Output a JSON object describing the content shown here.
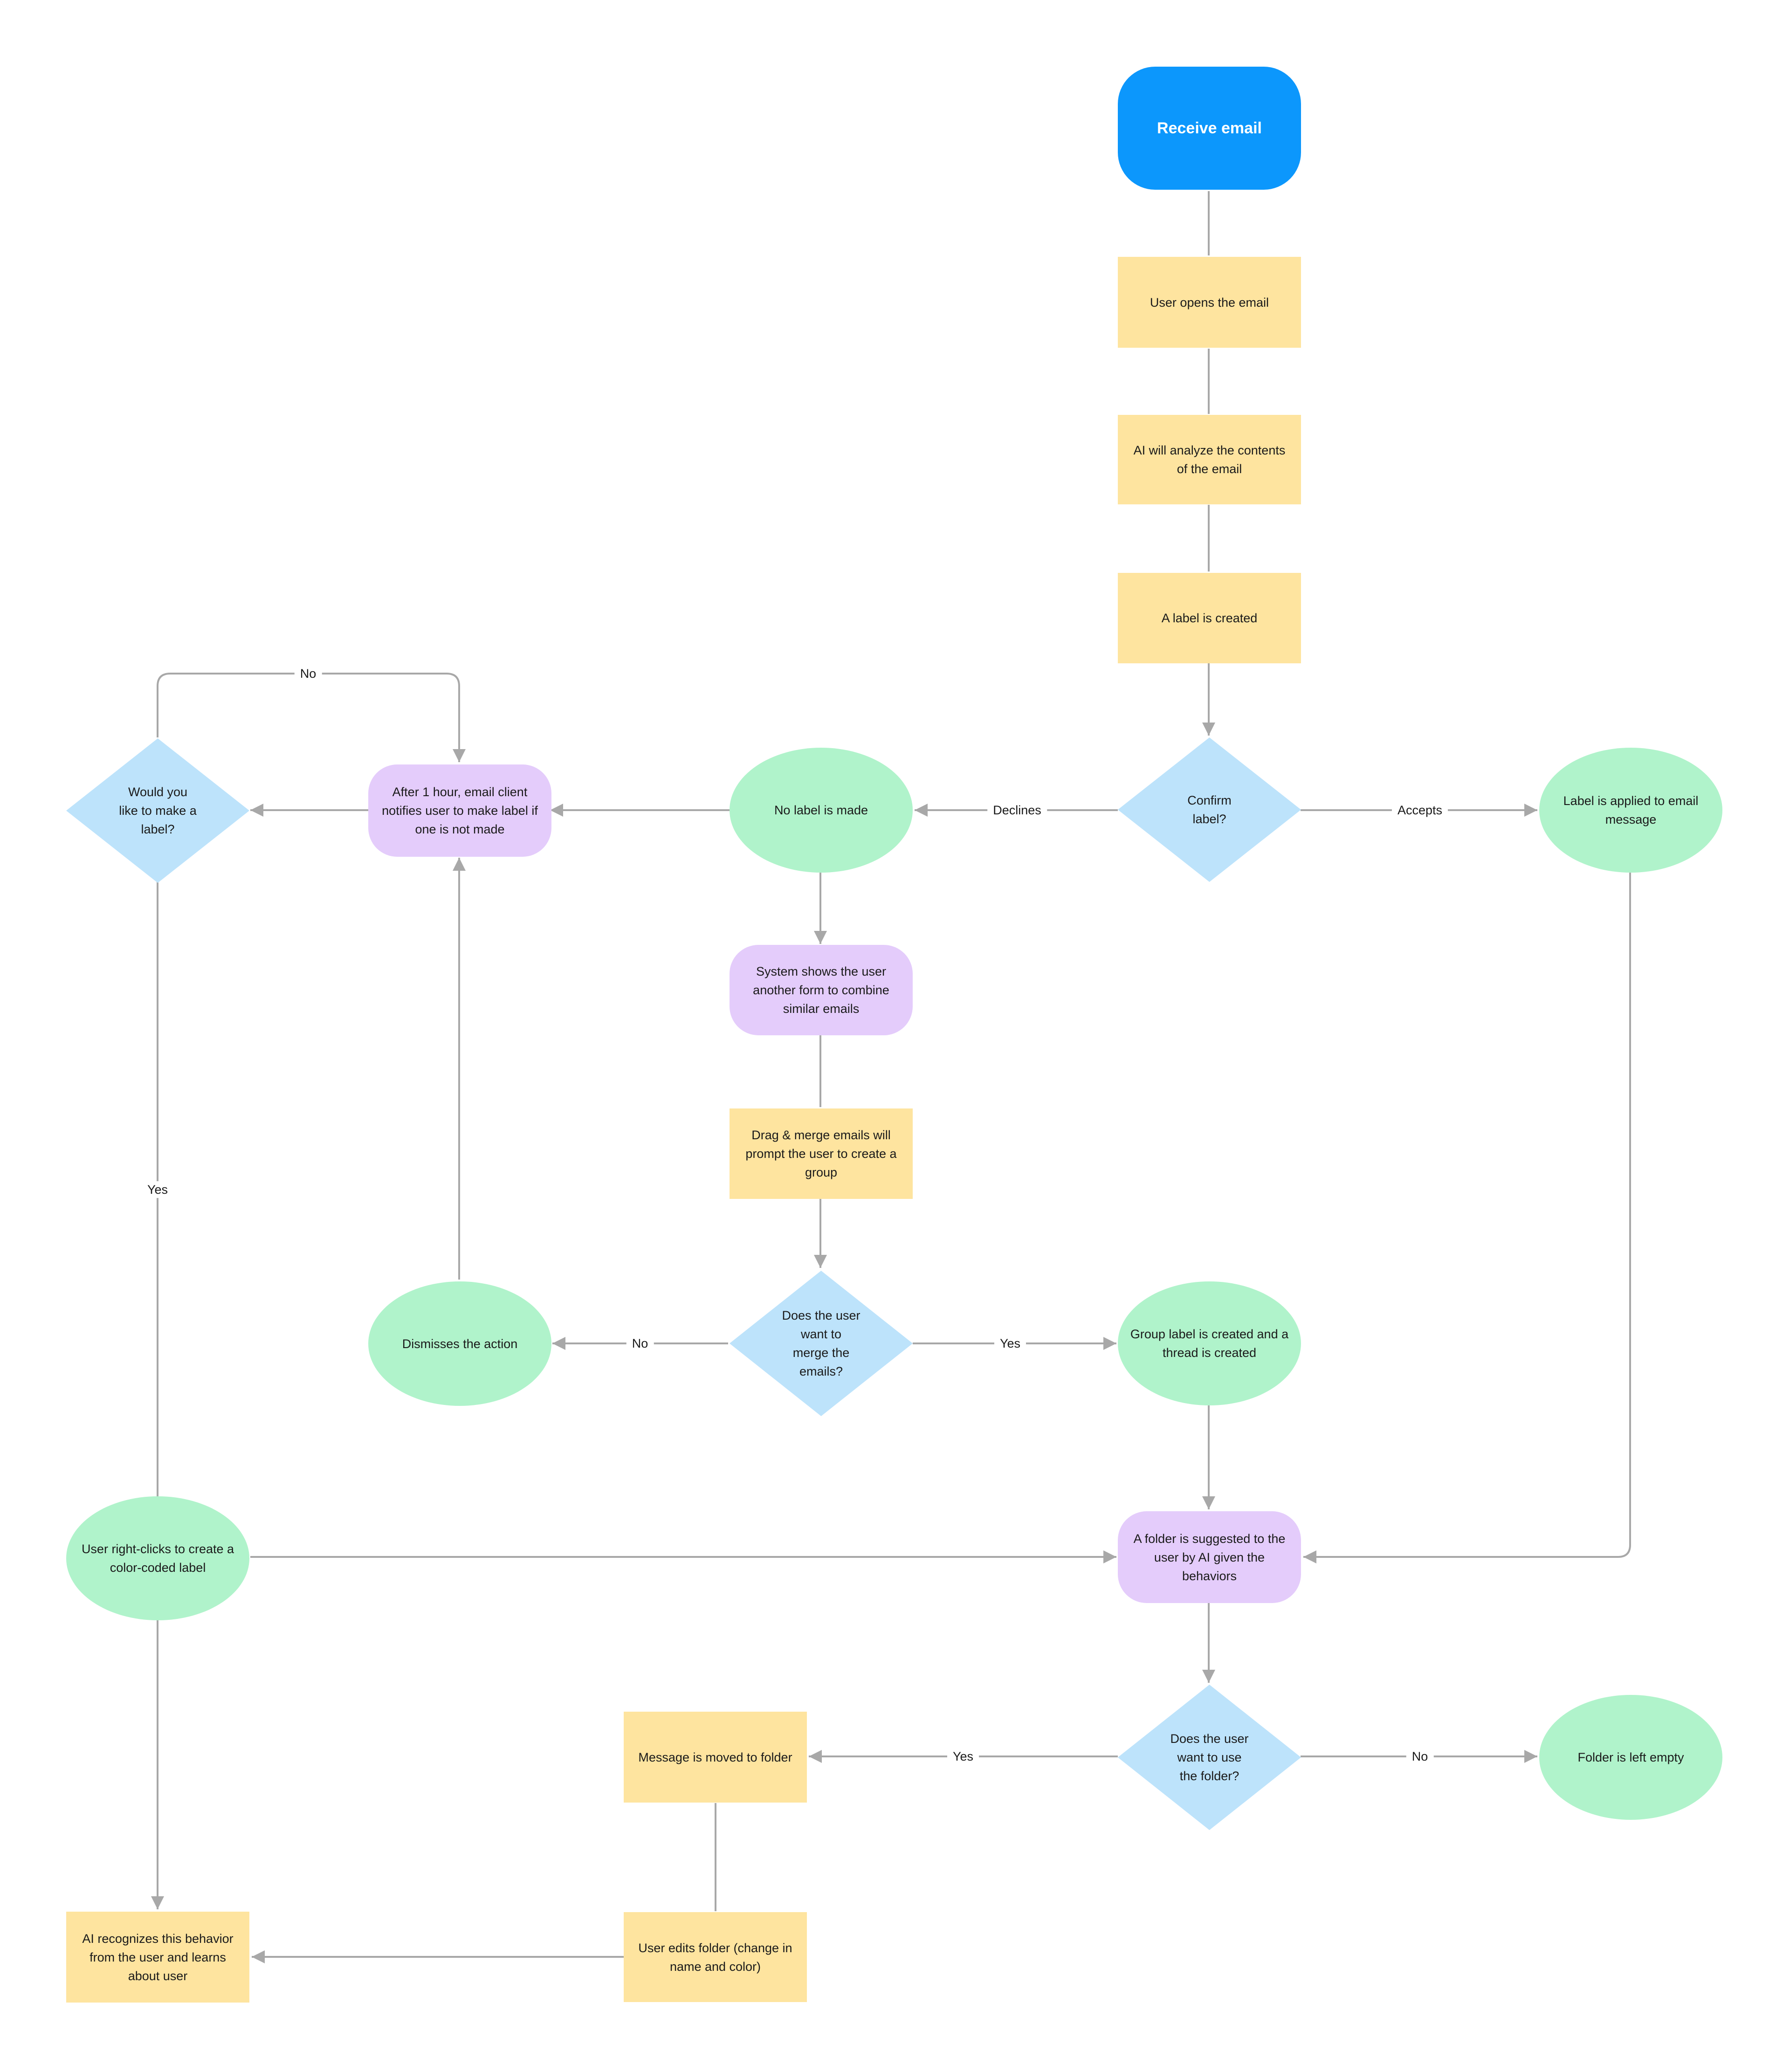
{
  "nodes": {
    "receive_email": "Receive email",
    "user_opens": "User opens the email",
    "ai_analyze": "AI will analyze the contents of the email",
    "label_created": "A label is created",
    "confirm_label": "Confirm label?",
    "label_applied": "Label is applied to email message",
    "no_label": "No label is made",
    "after_hour": "After 1 hour, email client notifies user to make label if one is not made",
    "make_label": "Would you like to make a label?",
    "system_shows": "System shows the user another form to combine similar emails",
    "drag_merge": "Drag & merge emails will prompt the user to create a group",
    "merge_q": "Does the user want to merge the emails?",
    "dismisses": "Dismisses the action",
    "group_label": "Group label is created and a thread is created",
    "right_click": "User right-clicks to create a color-coded label",
    "folder_suggested": "A folder is suggested to the user by AI given the behaviors",
    "use_folder_q": "Does the user want to use the folder?",
    "message_moved": "Message is moved to folder",
    "folder_empty": "Folder is left empty",
    "edits_folder": "User edits folder (change in name and color)",
    "ai_recognizes": "AI recognizes this behavior from the user and learns about user"
  },
  "edges": {
    "declines": "Declines",
    "accepts": "Accepts",
    "no_top": "No",
    "yes_left": "Yes",
    "no_merge": "No",
    "yes_merge": "Yes",
    "yes_folder": "Yes",
    "no_folder": "No"
  },
  "colors": {
    "start": "#0c97fc",
    "process": "#fee49f",
    "decision": "#bde3fb",
    "terminal": "#b0f3cb",
    "system": "#e4ccfb",
    "connector": "#a8a8a8"
  }
}
